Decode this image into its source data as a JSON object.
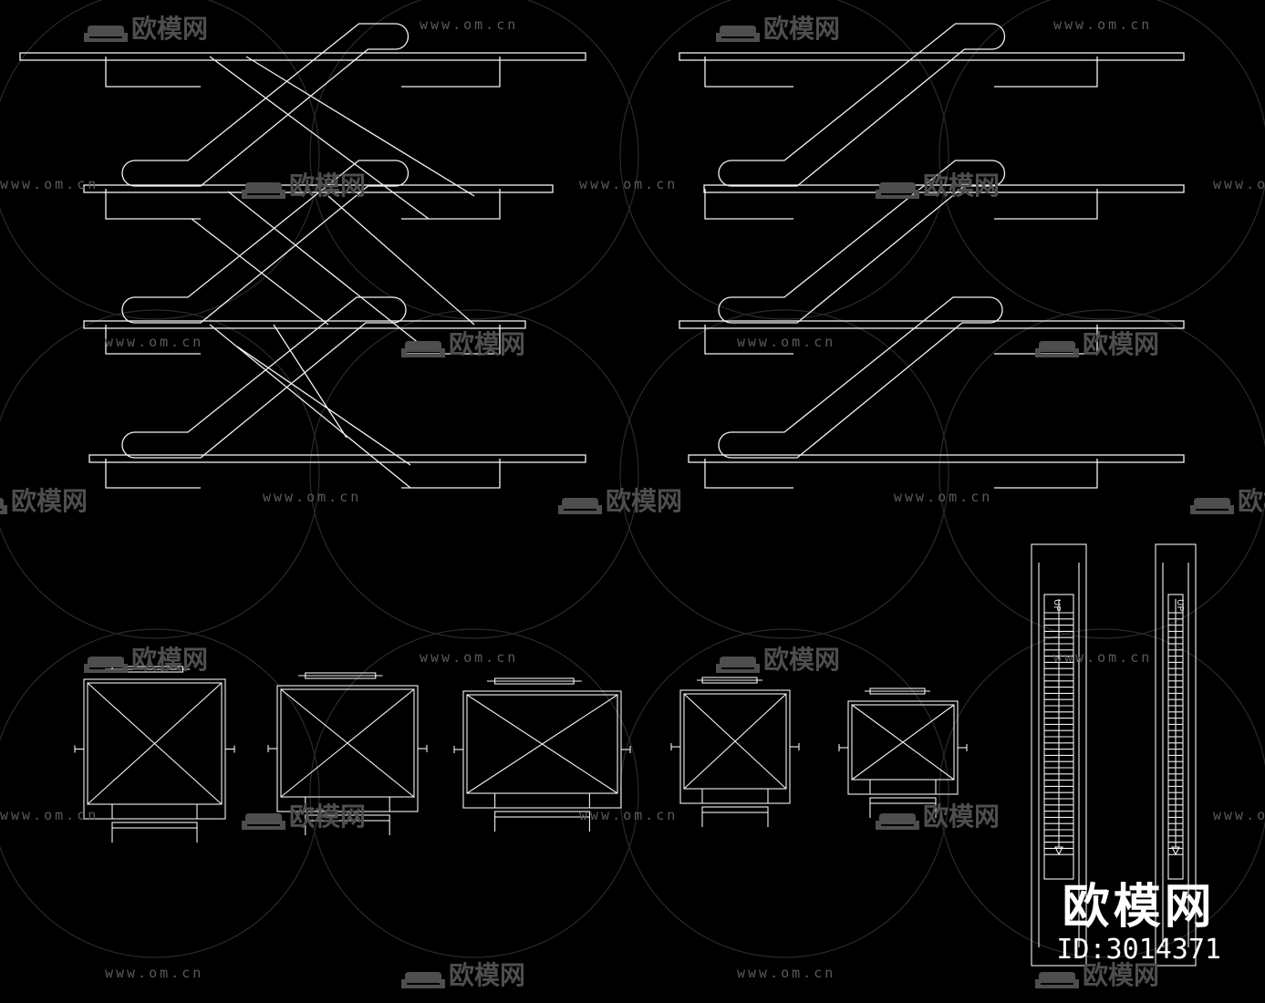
{
  "watermark": {
    "url_text": "www.om.cn",
    "logo_text": "欧模网",
    "logo_icon": "sofa-icon"
  },
  "brand": {
    "name": "欧模网",
    "id_text": "ID:3014371"
  },
  "plans": {
    "up_label": "UP"
  },
  "colors": {
    "background": "#000000",
    "line": "#ffffff",
    "watermark": "#505050"
  }
}
